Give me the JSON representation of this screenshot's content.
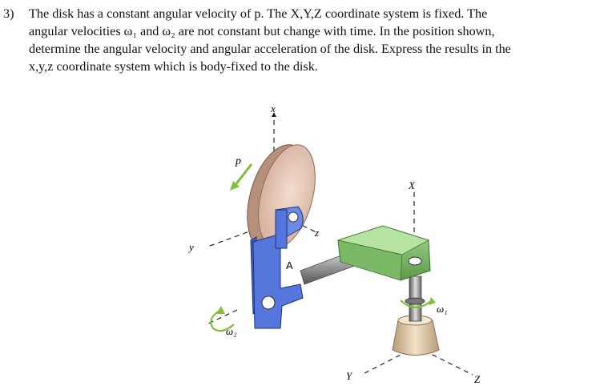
{
  "problem": {
    "number": "3)",
    "lines": [
      "The disk has a constant angular velocity of p.  The X,Y,Z coordinate system is fixed.  The",
      "angular velocities ω₁ and ω₂ are not constant but change with time.  In the position shown,",
      "determine the angular velocity and angular acceleration of the disk.  Express the results in the",
      "x,y,z coordinate system which is body-fixed to the disk."
    ]
  },
  "figure": {
    "labels": {
      "x_body": "x",
      "y_body": "y",
      "z_body": "z",
      "X_fixed": "X",
      "Y_fixed": "Y",
      "Z_fixed": "Z",
      "p": "p",
      "A": "A",
      "omega1": "ω₁",
      "omega2": "ω₂"
    },
    "colors": {
      "disk": "#e8c9b4",
      "fork": "#5577dd",
      "arm": "#7fbf6a",
      "shaft": "#9a9a9a",
      "base": "#e8d2b0",
      "arrow": "#7fbf3a"
    }
  }
}
